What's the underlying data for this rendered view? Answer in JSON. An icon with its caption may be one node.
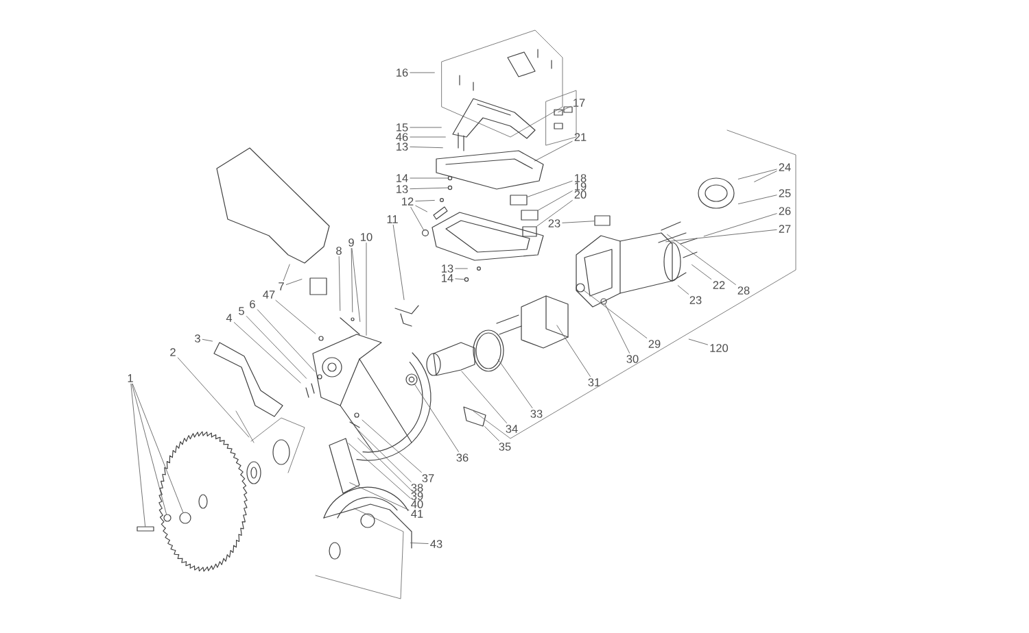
{
  "diagram": {
    "nodes": [
      {
        "text": [
          "16"
        ]
      },
      {
        "text": [
          "17"
        ]
      },
      {
        "text": [
          "15"
        ]
      },
      {
        "text": [
          "46"
        ]
      },
      {
        "text": [
          "13"
        ]
      },
      {
        "text": [
          "21"
        ]
      },
      {
        "text": [
          "14"
        ]
      },
      {
        "text": [
          "13"
        ]
      },
      {
        "text": [
          "18"
        ]
      },
      {
        "text": [
          "19"
        ]
      },
      {
        "text": [
          "20"
        ]
      },
      {
        "text": [
          "12"
        ]
      },
      {
        "text": [
          "11"
        ]
      },
      {
        "text": [
          "23"
        ]
      },
      {
        "text": [
          "24"
        ]
      },
      {
        "text": [
          "25"
        ]
      },
      {
        "text": [
          "26"
        ]
      },
      {
        "text": [
          "27"
        ]
      },
      {
        "text": [
          "8"
        ]
      },
      {
        "text": [
          "9"
        ]
      },
      {
        "text": [
          "10"
        ]
      },
      {
        "text": [
          "13"
        ]
      },
      {
        "text": [
          "14"
        ]
      },
      {
        "text": [
          "7"
        ]
      },
      {
        "text": [
          "22"
        ]
      },
      {
        "text": [
          "28"
        ]
      },
      {
        "text": [
          "47"
        ]
      },
      {
        "text": [
          "23"
        ]
      },
      {
        "text": [
          "6"
        ]
      },
      {
        "text": [
          "5"
        ]
      },
      {
        "text": [
          "4"
        ]
      },
      {
        "text": [
          "3"
        ]
      },
      {
        "text": [
          "120"
        ]
      },
      {
        "text": [
          "29"
        ]
      },
      {
        "text": [
          "2"
        ]
      },
      {
        "text": [
          "30"
        ]
      },
      {
        "text": [
          "1"
        ]
      },
      {
        "text": [
          "31"
        ]
      },
      {
        "text": [
          "33"
        ]
      },
      {
        "text": [
          "34"
        ]
      },
      {
        "text": [
          "35"
        ]
      },
      {
        "text": [
          "36"
        ]
      },
      {
        "text": [
          "37"
        ]
      },
      {
        "text": [
          "38"
        ]
      },
      {
        "text": [
          "39"
        ]
      },
      {
        "text": [
          "40"
        ]
      },
      {
        "text": [
          "41"
        ]
      },
      {
        "text": [
          "43"
        ]
      },
      {
        "text": [],
        "shape": "circle"
      },
      {
        "text": [],
        "shape": "circle"
      },
      {
        "text": [],
        "shape": "box"
      },
      {
        "text": [],
        "shape": "box"
      },
      {
        "text": [],
        "shape": "box"
      },
      {
        "text": [],
        "shape": "circle"
      },
      {
        "text": [],
        "shape": "picture"
      },
      {
        "text": [],
        "shape": "circle"
      },
      {
        "text": [],
        "shape": "picture"
      },
      {
        "text": [],
        "shape": "circle"
      },
      {
        "text": [],
        "shape": "circle"
      },
      {
        "text": [],
        "shape": "circle"
      },
      {
        "text": [],
        "shape": "circle"
      },
      {
        "text": [],
        "shape": "box"
      },
      {
        "text": [],
        "shape": "circle"
      },
      {
        "text": [],
        "shape": "box"
      }
    ],
    "edges": [
      {
        "from": 0,
        "to": null,
        "arrow": "none"
      },
      {
        "from": 1,
        "to": null,
        "arrow": "none"
      },
      {
        "from": 2,
        "to": null,
        "arrow": "none"
      },
      {
        "from": 3,
        "to": null,
        "arrow": "none"
      },
      {
        "from": 4,
        "to": null,
        "arrow": "none"
      },
      {
        "from": 5,
        "to": null,
        "arrow": "none"
      },
      {
        "from": 6,
        "to": 48,
        "arrow": "none"
      },
      {
        "from": 7,
        "to": 49,
        "arrow": "none"
      },
      {
        "from": 8,
        "to": 50,
        "arrow": "none"
      },
      {
        "from": 9,
        "to": 51,
        "arrow": "none"
      },
      {
        "from": 10,
        "to": 52,
        "arrow": "none"
      },
      {
        "from": 11,
        "to": null,
        "arrow": "none"
      },
      {
        "from": 11,
        "to": null,
        "arrow": "none"
      },
      {
        "from": 11,
        "to": 53,
        "arrow": "none"
      },
      {
        "from": 12,
        "to": 54,
        "arrow": "none"
      },
      {
        "from": 13,
        "to": 63,
        "arrow": "none"
      },
      {
        "from": 14,
        "to": null,
        "arrow": "none"
      },
      {
        "from": 14,
        "to": null,
        "arrow": "none"
      },
      {
        "from": 15,
        "to": null,
        "arrow": "none"
      },
      {
        "from": 16,
        "to": null,
        "arrow": "none"
      },
      {
        "from": 17,
        "to": null,
        "arrow": "none"
      },
      {
        "from": 18,
        "to": null,
        "arrow": "none"
      },
      {
        "from": 19,
        "to": null,
        "arrow": "none"
      },
      {
        "from": 19,
        "to": null,
        "arrow": "none"
      },
      {
        "from": 20,
        "to": null,
        "arrow": "none"
      },
      {
        "from": 21,
        "to": null,
        "arrow": "none"
      },
      {
        "from": 22,
        "to": 55,
        "arrow": "none"
      },
      {
        "from": 23,
        "to": null,
        "arrow": "none"
      },
      {
        "from": 23,
        "to": null,
        "arrow": "none"
      },
      {
        "from": 24,
        "to": null,
        "arrow": "none"
      },
      {
        "from": 25,
        "to": null,
        "arrow": "none"
      },
      {
        "from": 26,
        "to": null,
        "arrow": "none"
      },
      {
        "from": 27,
        "to": null,
        "arrow": "none"
      },
      {
        "from": 28,
        "to": null,
        "arrow": "none"
      },
      {
        "from": 29,
        "to": null,
        "arrow": "none"
      },
      {
        "from": 30,
        "to": null,
        "arrow": "none"
      },
      {
        "from": 31,
        "to": null,
        "arrow": "none"
      },
      {
        "from": 32,
        "to": null,
        "arrow": "none"
      },
      {
        "from": 33,
        "to": 57,
        "arrow": "none"
      },
      {
        "from": 34,
        "to": null,
        "arrow": "none"
      },
      {
        "from": 35,
        "to": 58,
        "arrow": "none"
      },
      {
        "from": 36,
        "to": 61,
        "arrow": "none"
      },
      {
        "from": 36,
        "to": 59,
        "arrow": "none"
      },
      {
        "from": 36,
        "to": 62,
        "arrow": "none"
      },
      {
        "from": 37,
        "to": null,
        "arrow": "none"
      },
      {
        "from": 38,
        "to": null,
        "arrow": "none"
      },
      {
        "from": 39,
        "to": null,
        "arrow": "none"
      },
      {
        "from": 40,
        "to": 56,
        "arrow": "none"
      },
      {
        "from": 41,
        "to": 60,
        "arrow": "none"
      },
      {
        "from": 42,
        "to": null,
        "arrow": "none"
      },
      {
        "from": 43,
        "to": null,
        "arrow": "none"
      },
      {
        "from": 44,
        "to": null,
        "arrow": "none"
      },
      {
        "from": 45,
        "to": null,
        "arrow": "none"
      },
      {
        "from": 46,
        "to": null,
        "arrow": "none"
      },
      {
        "from": 47,
        "to": null,
        "arrow": "none"
      }
    ]
  }
}
